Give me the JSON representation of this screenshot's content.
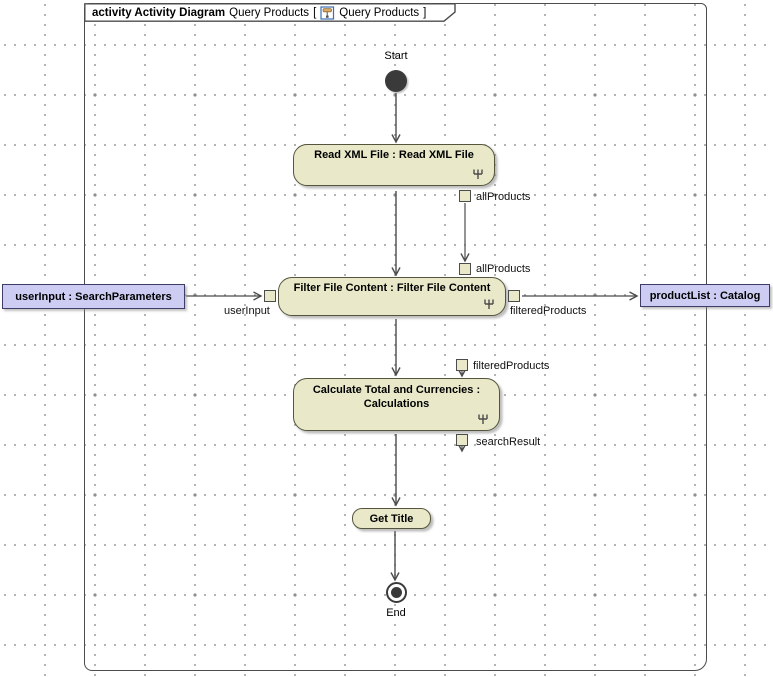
{
  "tab": {
    "diagram_kind": "activity Activity Diagram",
    "diagram_name": "Query Products",
    "open_bracket": "[",
    "ref_name": "Query Products",
    "close_bracket": "]"
  },
  "nodes": {
    "start": {
      "label": "Start"
    },
    "read_xml": {
      "label": "Read XML File : Read XML File"
    },
    "filter": {
      "label": "Filter File Content : Filter File Content"
    },
    "calculate": {
      "label_line1": "Calculate Total and Currencies :",
      "label_line2": "Calculations"
    },
    "get_title": {
      "label": "Get Title"
    },
    "end": {
      "label": "End"
    },
    "user_input": {
      "label": "userInput : SearchParameters"
    },
    "product_list": {
      "label": "productList : Catalog"
    }
  },
  "pins": {
    "all_products_out": "allProducts",
    "all_products_in": "allProducts",
    "user_input": "userInput",
    "filtered_products_out": "filteredProducts",
    "filtered_products_in": "filteredProducts",
    "search_result": "searchResult"
  },
  "colors": {
    "action_fill": "#e9e9ca",
    "action_border": "#55553d",
    "object_fill": "#cdcdf3",
    "object_border": "#3d3d68",
    "edge": "#4c4c4c",
    "node_black": "#3a3a3a",
    "grid_dot": "#a3a3a3"
  }
}
